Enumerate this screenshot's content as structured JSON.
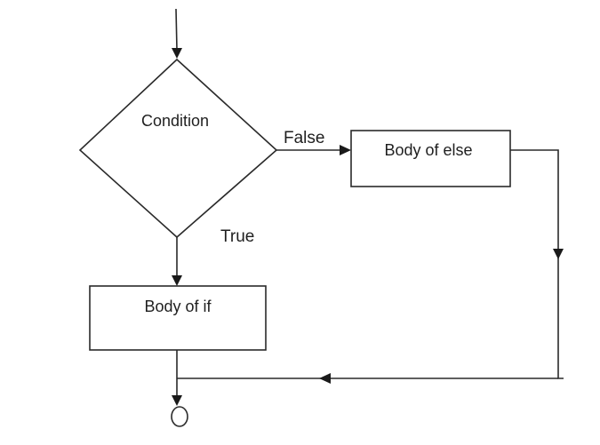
{
  "nodes": {
    "decision": "Condition",
    "else_body": "Body of else",
    "if_body": "Body of if"
  },
  "edges": {
    "false_label": "False",
    "true_label": "True"
  }
}
